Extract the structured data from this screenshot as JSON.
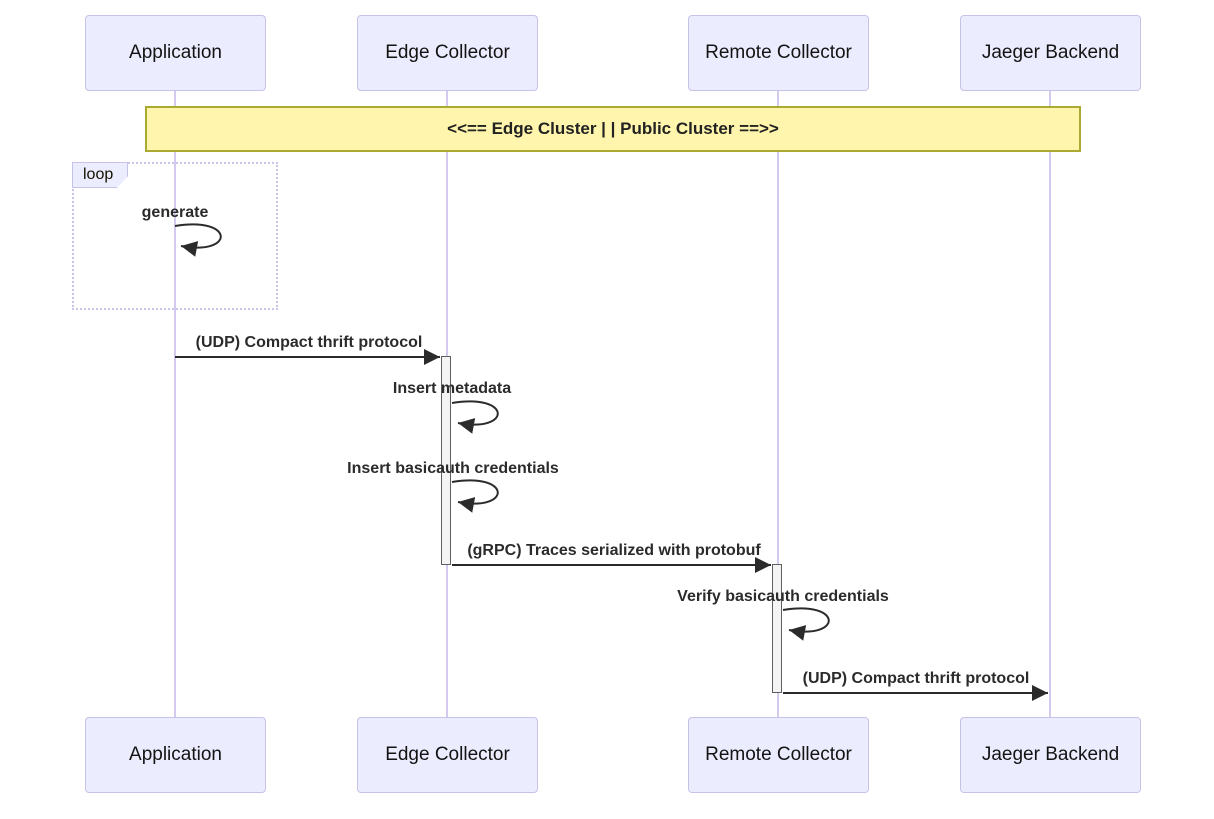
{
  "diagram": {
    "type": "sequence-diagram",
    "participants": [
      {
        "label": "Application"
      },
      {
        "label": "Edge Collector"
      },
      {
        "label": "Remote Collector"
      },
      {
        "label": "Jaeger Backend"
      }
    ],
    "note": {
      "text": "<<== Edge Cluster | | Public Cluster ==>>",
      "spans": [
        "Application",
        "Jaeger Backend"
      ]
    },
    "loop_frame": {
      "label": "loop",
      "around": "Application"
    },
    "messages": [
      {
        "kind": "self",
        "text": "generate",
        "from": "Application",
        "to": "Application"
      },
      {
        "kind": "solid",
        "text": "(UDP) Compact thrift protocol",
        "from": "Application",
        "to": "Edge Collector"
      },
      {
        "kind": "self",
        "text": "Insert metadata",
        "from": "Edge Collector",
        "to": "Edge Collector"
      },
      {
        "kind": "self",
        "text": "Insert basicauth credentials",
        "from": "Edge Collector",
        "to": "Edge Collector"
      },
      {
        "kind": "solid",
        "text": "(gRPC) Traces serialized with protobuf",
        "from": "Edge Collector",
        "to": "Remote Collector"
      },
      {
        "kind": "self",
        "text": "Verify basicauth credentials",
        "from": "Remote Collector",
        "to": "Remote Collector"
      },
      {
        "kind": "solid",
        "text": "(UDP) Compact thrift protocol",
        "from": "Remote Collector",
        "to": "Jaeger Backend"
      }
    ],
    "colors": {
      "participant_fill": "#ECECFF",
      "participant_border": "#C8C2E8",
      "lifeline": "#D4C9EE",
      "note_fill": "#FFF5AD",
      "note_border": "#AAAA33",
      "loop_border": "#C9C4EA",
      "activation_fill": "#F4F4F4",
      "activation_border": "#5F5F5F",
      "message_color": "#2B2B2B"
    }
  }
}
